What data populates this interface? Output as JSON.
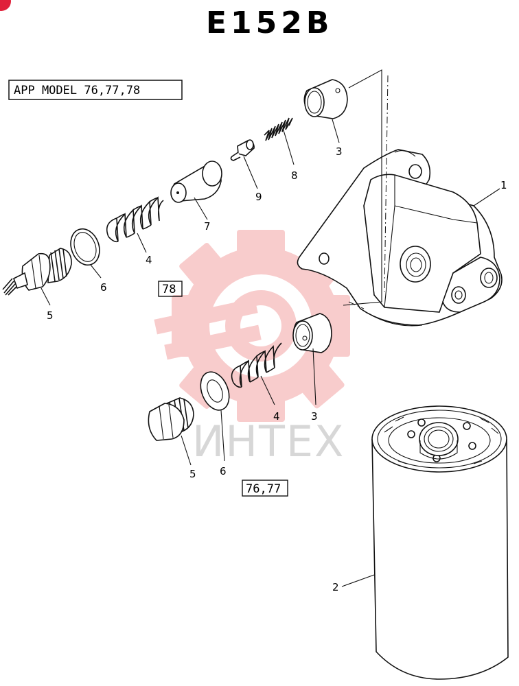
{
  "diagram": {
    "title": "E152B",
    "applicable_models": "APP MODEL 76,77,78",
    "variant_labels": [
      "78",
      "76,77"
    ],
    "callouts": {
      "p1": "1",
      "p2": "2",
      "p3_top": "3",
      "p3_bottom": "3",
      "p4_top": "4",
      "p4_bottom": "4",
      "p5_top": "5",
      "p5_bottom": "5",
      "p6_top": "6",
      "p6_bottom": "6",
      "p7": "7",
      "p8": "8",
      "p9": "9"
    },
    "watermark": "ИНТЕХ",
    "watermark_color": "#f4a6a6",
    "line_color": "#111111"
  }
}
